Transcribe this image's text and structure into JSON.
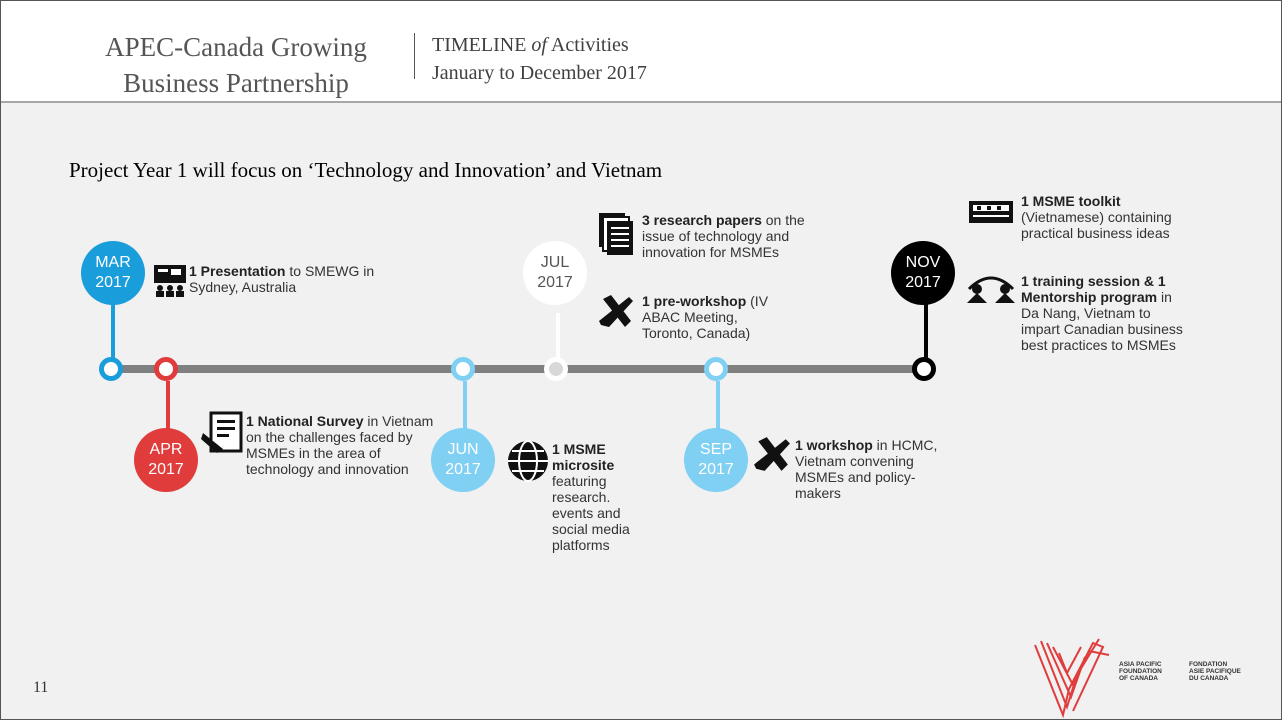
{
  "header": {
    "brand_line1": "APEC-Canada Growing",
    "brand_line2": "Business Partnership",
    "timeline_word": "TIMELINE",
    "timeline_of": "of",
    "timeline_rest": "Activities",
    "date_range": "January to December 2017"
  },
  "subtitle": "Project Year 1 will focus on ‘Technology and Innovation’ and Vietnam",
  "milestones": {
    "mar": {
      "month": "MAR",
      "year": "2017",
      "color": "#1a9ddb",
      "icon": "presentation-icon",
      "bold": "1 Presentation",
      "text": " to SMEWG in Sydney, Australia"
    },
    "apr": {
      "month": "APR",
      "year": "2017",
      "color": "#e03c3c",
      "icon": "survey-icon",
      "bold": "1 National Survey",
      "text": " in Vietnam on the challenges faced by MSMEs in the area of technology and innovation"
    },
    "jun": {
      "month": "JUN",
      "year": "2017",
      "color": "#7fd0f3",
      "icon": "globe-icon",
      "bold": "1 MSME microsite",
      "text": " featuring research. events and social media platforms"
    },
    "jul": {
      "month": "JUL",
      "year": "2017",
      "color": "#ffffff",
      "icon1": "documents-icon",
      "icon2": "tools-icon",
      "bold1": "3 research papers",
      "text1": " on the issue of technology and innovation for MSMEs",
      "bold2": "1 pre-workshop",
      "text2": " (IV ABAC Meeting, Toronto, Canada)"
    },
    "sep": {
      "month": "SEP",
      "year": "2017",
      "color": "#7fd0f3",
      "icon": "tools-icon",
      "bold": "1 workshop",
      "text": " in HCMC, Vietnam convening MSMEs and policy-makers"
    },
    "nov": {
      "month": "NOV",
      "year": "2017",
      "color": "#000000",
      "icon1": "toolkit-icon",
      "icon2": "mentorship-icon",
      "bold1": "1 MSME toolkit",
      "text1": " (Vietnamese) containing practical business ideas",
      "bold2": "1 training session & 1 Mentorship program",
      "text2": " in Da Nang, Vietnam to impart Canadian business best practices to MSMEs"
    }
  },
  "page_number": "11",
  "logo": {
    "en_line1": "ASIA PACIFIC",
    "en_line2": "FOUNDATION",
    "en_line3": "OF CANADA",
    "fr_line1": "FONDATION",
    "fr_line2": "ASIE PACIFIQUE",
    "fr_line3": "DU CANADA"
  }
}
